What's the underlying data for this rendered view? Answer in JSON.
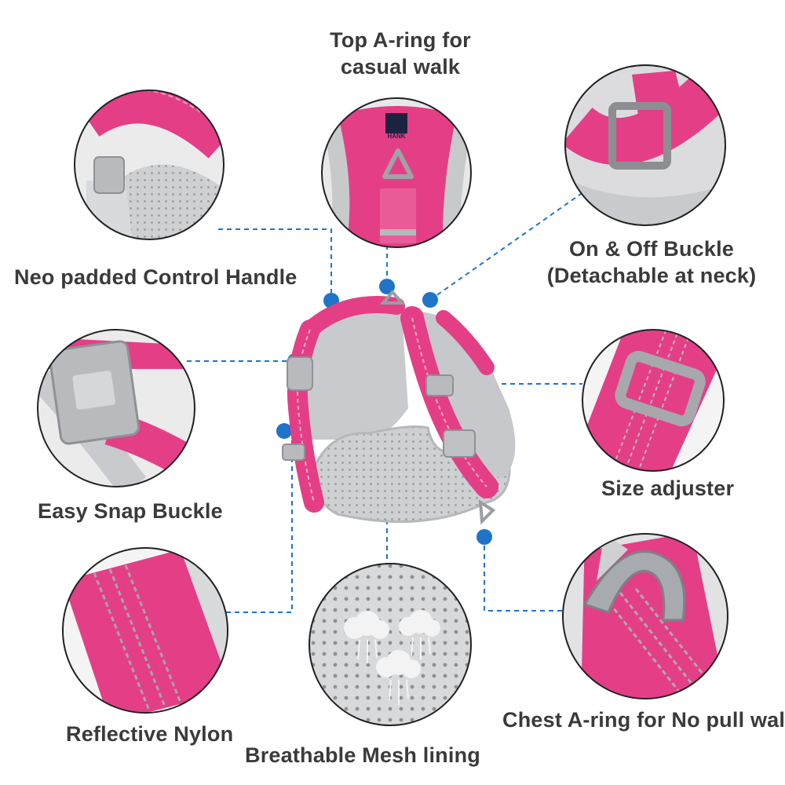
{
  "labels": {
    "top_aring_line1": "Top A-ring for",
    "top_aring_line2": "casual walk",
    "control_handle": "Neo padded Control Handle",
    "buckle_line1": "On & Off Buckle",
    "buckle_line2": "(Detachable at neck)",
    "snap_buckle": "Easy Snap Buckle",
    "size_adjuster": "Size adjuster",
    "reflective_nylon": "Reflective Nylon",
    "mesh_lining": "Breathable Mesh lining",
    "chest_aring": "Chest A-ring for No pull walk"
  },
  "logo": {
    "text": "HANK"
  },
  "colors": {
    "pink": "#e43f86",
    "pink_dark": "#c62d6e",
    "grey": "#cfd0d2",
    "grey_dark": "#a9abae",
    "dot": "#1f74c9",
    "text": "#3a3a3a"
  }
}
